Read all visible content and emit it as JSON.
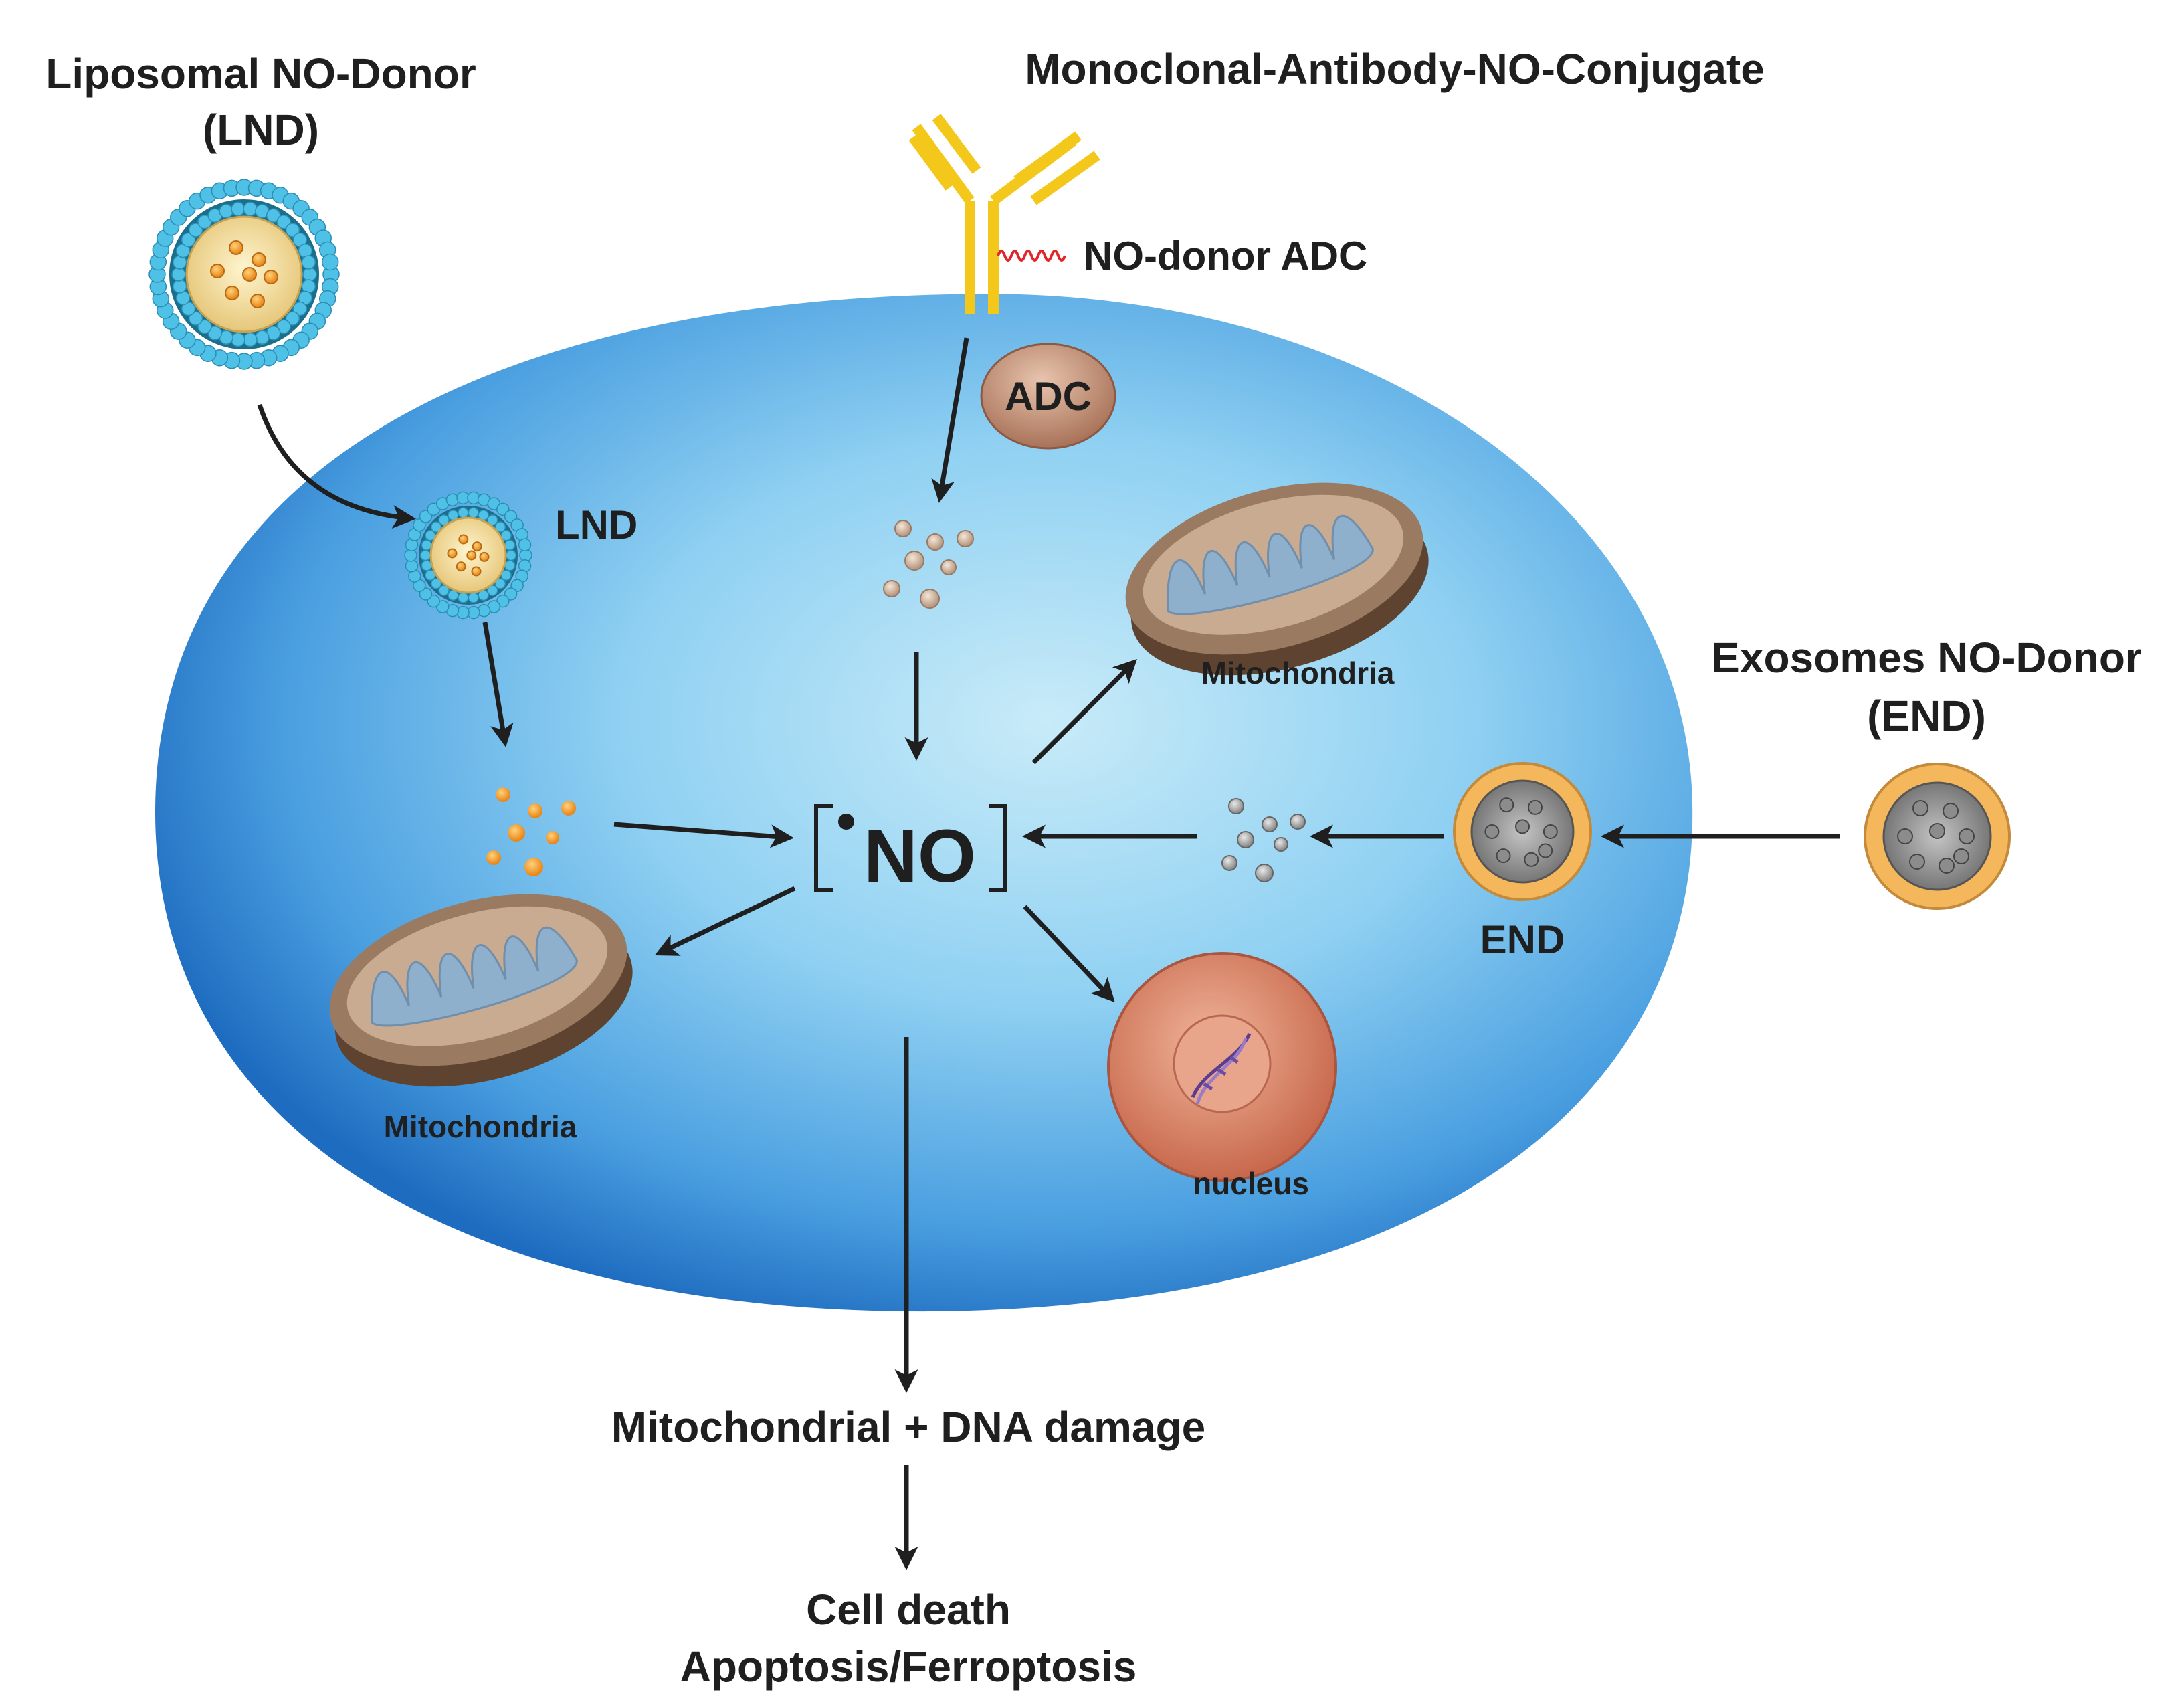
{
  "labels": {
    "liposomal_line1": "Liposomal NO-Donor",
    "liposomal_line2": "(LND)",
    "monoclonal_title": "Monoclonal-Antibody-NO-Conjugate",
    "no_donor_adc": "NO-donor ADC",
    "adc": "ADC",
    "lnd": "LND",
    "mitochondria_top": "Mitochondria",
    "mitochondria_bottom": "Mitochondria",
    "exosomes_line1": "Exosomes NO-Donor",
    "exosomes_line2": "(END)",
    "end": "END",
    "no_center": "NO",
    "nucleus": "nucleus",
    "damage": "Mitochondrial + DNA damage",
    "death_line1": "Cell death",
    "death_line2": "Apoptosis/Ferroptosis"
  },
  "colors": {
    "cell_light": "#bfe4f5",
    "cell_mid": "#5fb4e8",
    "cell_dark": "#1f6fc2",
    "antibody": "#f3c81a",
    "linker": "#e0262b",
    "liposome_bead": "#3fb3dc",
    "orange_particle": "#f29a1e",
    "gray_particle": "#9a9a9a",
    "exosome_ring": "#f5b75c",
    "mito_outer": "#8a6a50",
    "mito_inner": "#8fb0cc",
    "nucleus": "#d9846a",
    "adc_vesicle": "#c08c70",
    "arrow": "#1f1f1f"
  }
}
